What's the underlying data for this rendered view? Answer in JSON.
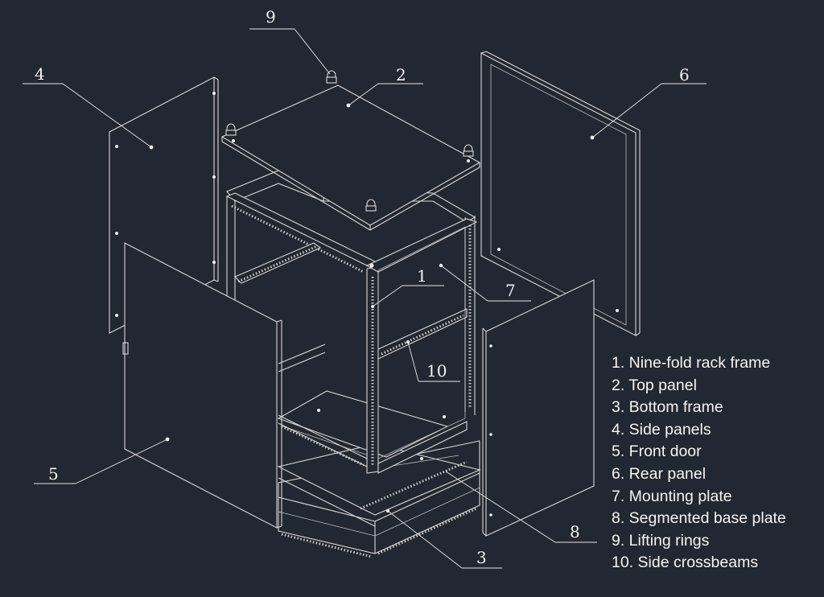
{
  "callouts": {
    "c1": "1",
    "c2": "2",
    "c3": "3",
    "c4": "4",
    "c5": "5",
    "c6": "6",
    "c7": "7",
    "c8": "8",
    "c9": "9",
    "c10": "10"
  },
  "legend": [
    "1. Nine-fold rack frame",
    "2. Top panel",
    "3. Bottom frame",
    "4. Side panels",
    "5. Front door",
    "6. Rear panel",
    "7. Mounting plate",
    "8. Segmented base plate",
    "9. Lifting rings",
    "10. Side crossbeams"
  ],
  "colors": {
    "background": "#222831",
    "line": "#d8d8d8",
    "text": "#f2f2f2"
  }
}
